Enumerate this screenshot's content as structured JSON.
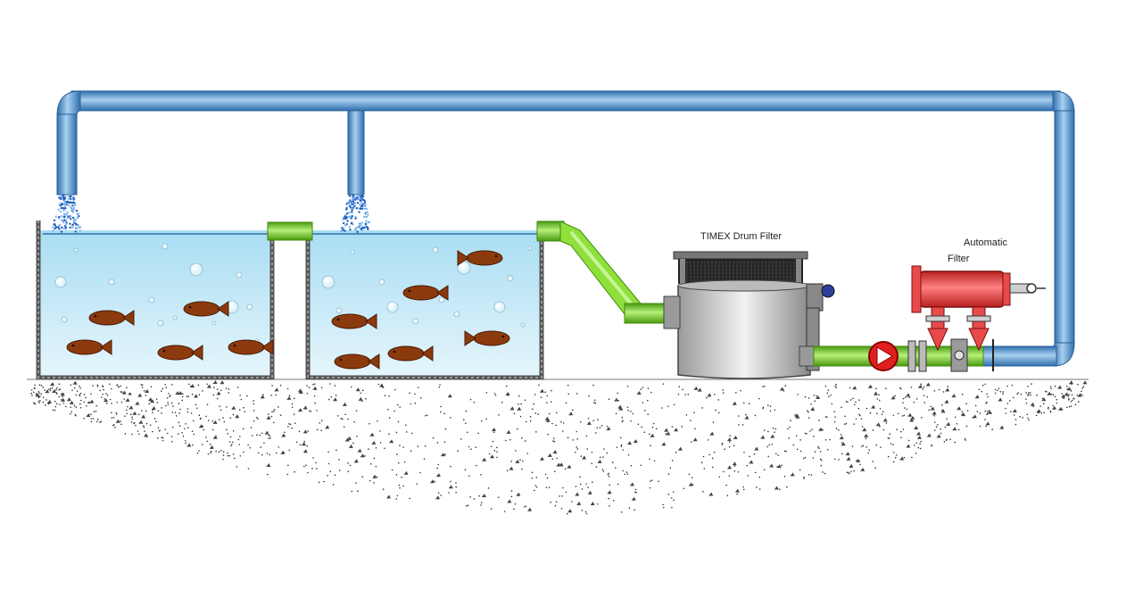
{
  "labels": {
    "drum_filter": "TIMEX Drum Filter",
    "automatic_filter_line1": "Automatic",
    "automatic_filter_line2": "Filter"
  },
  "colors": {
    "return_pipe": "#5b9bd5",
    "return_pipe_dark": "#2f6fad",
    "green_pipe": "#7ed321",
    "green_pipe_dark": "#4a9a10",
    "water": "#bfe8f7",
    "fish": "#8b3a0e",
    "automatic_filter": "#e84a4a",
    "pump": "#e02020",
    "drum_body": "#cfcfcf",
    "ground_dots": "#333333"
  },
  "icons": {
    "pump": "pump-icon",
    "fish": "fish-icon",
    "valve": "valve-icon"
  }
}
